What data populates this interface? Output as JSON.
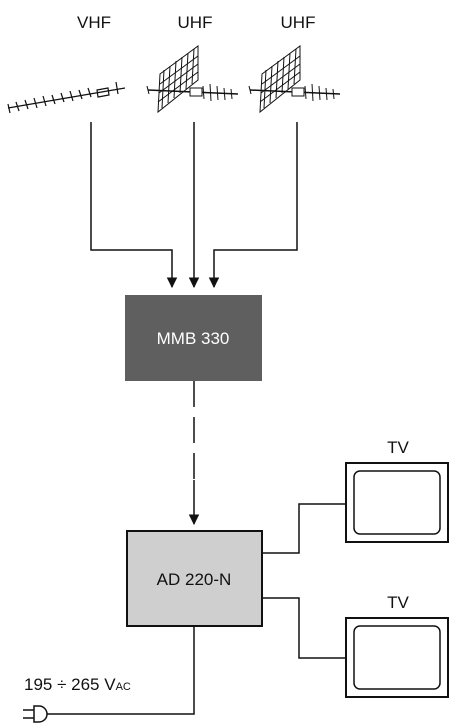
{
  "antennas": {
    "vhf_label": "VHF",
    "uhf1_label": "UHF",
    "uhf2_label": "UHF"
  },
  "modules": {
    "mmb": {
      "label": "MMB 330",
      "fill": "#5f5f5f",
      "text_color": "#ffffff"
    },
    "ad": {
      "label": "AD 220-N",
      "fill": "#cfcfcf",
      "text_color": "#111111"
    }
  },
  "tv": {
    "top_label": "TV",
    "bottom_label": "TV"
  },
  "power": {
    "voltage_main": "195 ÷ 265 V",
    "voltage_sub": "AC"
  }
}
